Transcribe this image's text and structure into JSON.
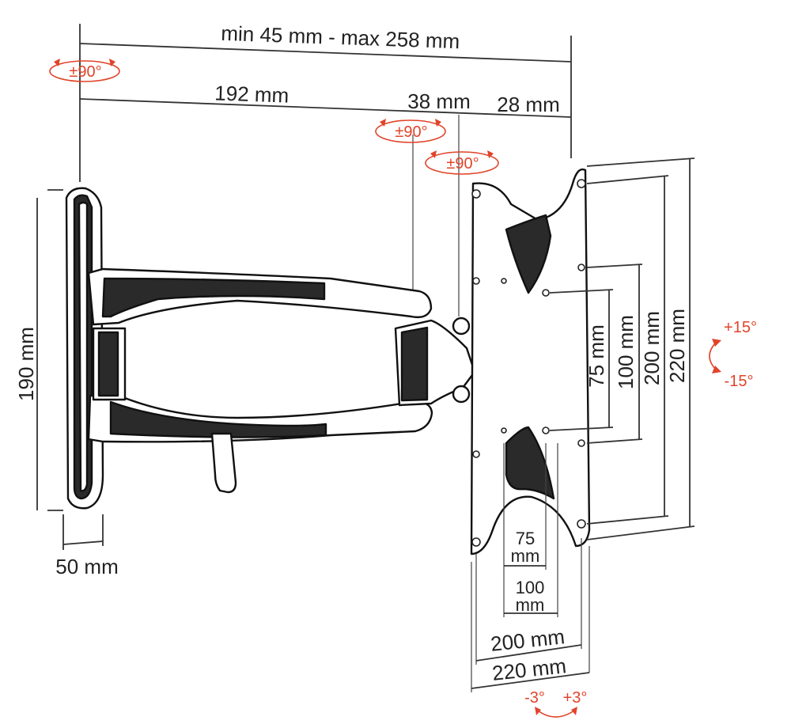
{
  "dimensions": {
    "arm_extension": "min 45 mm - max 258 mm",
    "arm_length": "192 mm",
    "joint_offset_1": "38 mm",
    "joint_offset_2": "28 mm",
    "wall_plate_height": "190 mm",
    "wall_plate_depth": "50 mm",
    "vesa_vertical": [
      "75 mm",
      "100 mm",
      "200 mm",
      "220 mm"
    ],
    "vesa_horizontal_75": [
      "75",
      "mm"
    ],
    "vesa_horizontal_100": [
      "100",
      "mm"
    ],
    "vesa_horizontal_200": "200 mm",
    "vesa_horizontal_220": "220 mm"
  },
  "rotation": {
    "wall_swivel": "±90°",
    "arm_swivel": "±90°",
    "head_swivel": "±90°",
    "tilt_up": "+15°",
    "tilt_down": "-15°",
    "roll_left": "-3°",
    "roll_right": "+3°"
  },
  "colors": {
    "accent": "#e0442a",
    "line": "#222222"
  }
}
